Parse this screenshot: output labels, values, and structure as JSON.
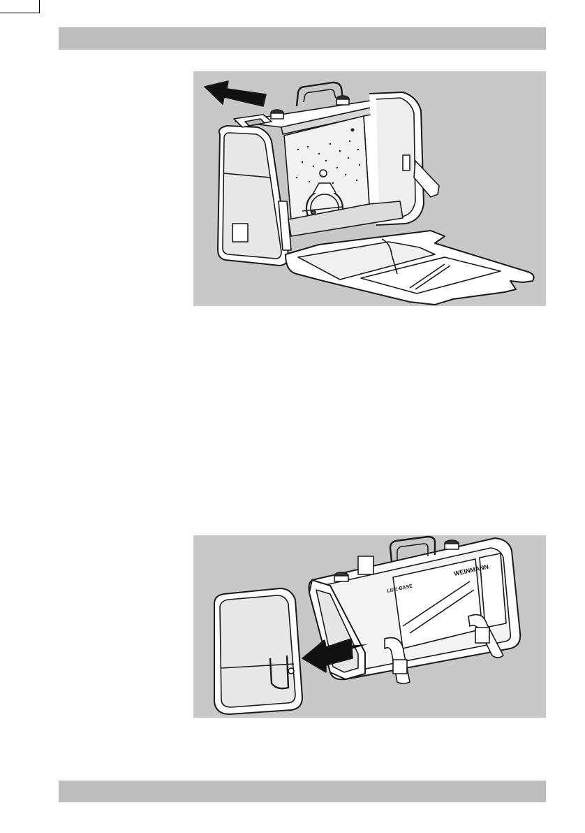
{
  "page": {
    "background": "#ffffff",
    "bar_color": "#bdbdbd",
    "figure_background": "#c8c8c8"
  },
  "figures": [
    {
      "id": "open-case",
      "arrow_direction": "up-left",
      "icon": "arrow-icon"
    },
    {
      "id": "remove-side-pouch",
      "arrow_direction": "left",
      "icon": "arrow-icon",
      "labels": {
        "device_label": "LIFE-BASE",
        "brand": "WEINMANN"
      }
    }
  ]
}
